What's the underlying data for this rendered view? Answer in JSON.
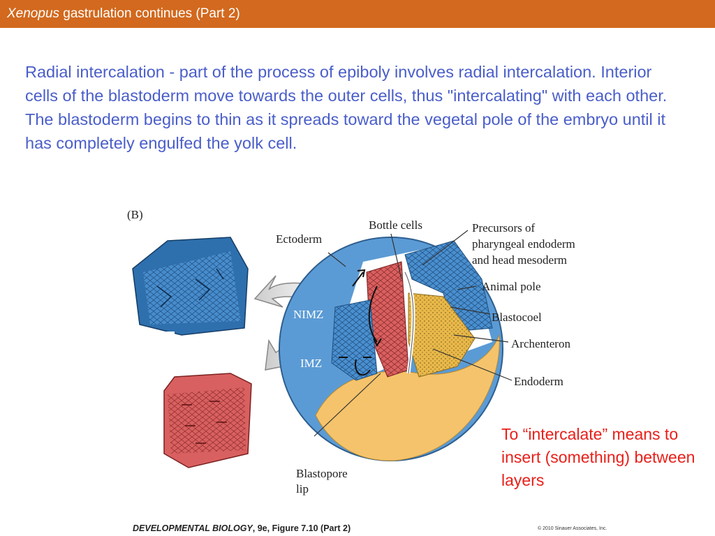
{
  "header": {
    "title_italic": "Xenopus",
    "title_rest": " gastrulation continues (Part 2)"
  },
  "body": {
    "paragraph": "Radial intercalation -  part of the process of epiboly involves radial intercalation. Interior cells of the blastoderm move towards the outer cells, thus \"intercalating\" with each other. The blastoderm begins to thin as it spreads toward the vegetal pole of the embryo until it has completely engulfed the yolk cell."
  },
  "figure": {
    "panel": "(B)",
    "labels": {
      "ectoderm": "Ectoderm",
      "bottle_cells": "Bottle cells",
      "precursors_1": "Precursors of",
      "precursors_2": "pharyngeal endoderm",
      "precursors_3": "and head mesoderm",
      "animal_pole": "Animal pole",
      "blastocoel": "Blastocoel",
      "archenteron": "Archenteron",
      "endoderm": "Endoderm",
      "nimz": "NIMZ",
      "imz": "IMZ",
      "blastopore_1": "Blastopore",
      "blastopore_2": "lip"
    },
    "colors": {
      "ectoderm": "#5b9bd5",
      "ectoderm_dark": "#2e6fad",
      "mesoderm": "#e06666",
      "endoderm": "#e8b84a",
      "yolk": "#f5c36b"
    }
  },
  "note": {
    "text": "To “intercalate” means to insert (something) between layers"
  },
  "caption": {
    "book": "DEVELOPMENTAL BIOLOGY",
    "edition": ", 9e, Figure 7.10 (Part 2)",
    "copyright": "© 2010 Sinauer Associates, Inc."
  },
  "theme": {
    "header_bg": "#d2691e",
    "body_text": "#4a5ec9",
    "note_text": "#e8201a"
  }
}
